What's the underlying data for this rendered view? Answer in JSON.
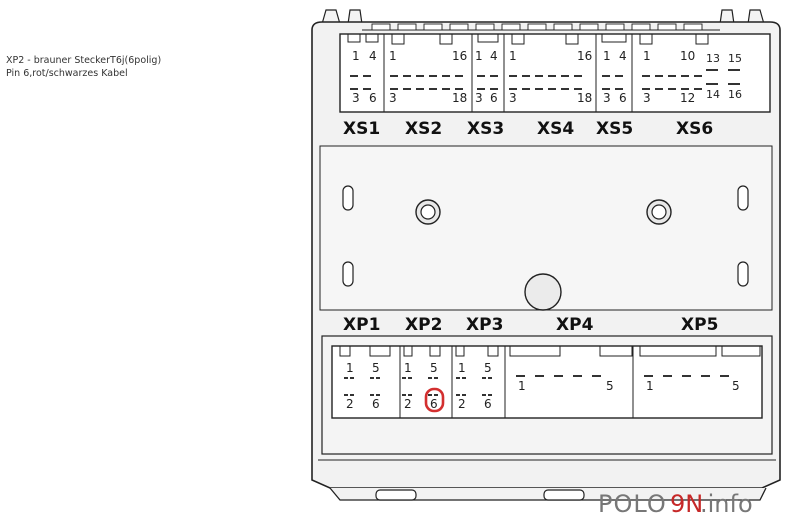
{
  "caption": {
    "line1": "XP2 - brauner SteckerT6j(6polig)",
    "line2": "Pin 6,rot/schwarzes Kabel"
  },
  "top_connectors": [
    {
      "name": "XS1",
      "pins": [
        "1",
        "4",
        "3",
        "6"
      ]
    },
    {
      "name": "XS2",
      "pins": [
        "1",
        "16",
        "3",
        "18"
      ]
    },
    {
      "name": "XS3",
      "pins": [
        "1",
        "4",
        "3",
        "6"
      ]
    },
    {
      "name": "XS4",
      "pins": [
        "1",
        "16",
        "3",
        "18"
      ]
    },
    {
      "name": "XS5",
      "pins": [
        "1",
        "4",
        "3",
        "6"
      ]
    },
    {
      "name": "XS6",
      "pins": [
        "1",
        "10",
        "13",
        "15",
        "3",
        "12",
        "14",
        "16"
      ]
    }
  ],
  "bottom_connectors": [
    {
      "name": "XP1",
      "pins": [
        "1",
        "5",
        "2",
        "6"
      ]
    },
    {
      "name": "XP2",
      "pins": [
        "1",
        "5",
        "2",
        "6"
      ]
    },
    {
      "name": "XP3",
      "pins": [
        "1",
        "5",
        "2",
        "6"
      ]
    },
    {
      "name": "XP4",
      "pins": [
        "1",
        "5"
      ]
    },
    {
      "name": "XP5",
      "pins": [
        "1",
        "5"
      ]
    }
  ],
  "highlight": {
    "connector": "XP2",
    "pin": "6",
    "color": "#d32f2f"
  },
  "watermark": {
    "part1": "POLO",
    "part2": "9N",
    "part3": ".info"
  },
  "colors": {
    "outline": "#222222",
    "body": "#f2f2f2",
    "highlight": "#d32f2f"
  }
}
